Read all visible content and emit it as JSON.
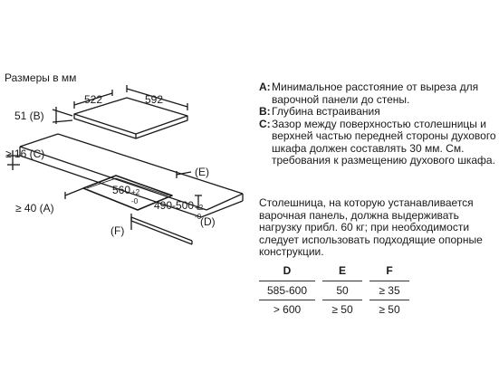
{
  "diagram": {
    "units_caption": "Размеры в мм",
    "labels": {
      "w522": "522",
      "w592": "592",
      "b51": "51 (B)",
      "c16": "≥ 16 (C)",
      "a40": "≥ 40 (A)",
      "w560": "560",
      "w560_tol_plus": "+2",
      "w560_tol_minus": "-0",
      "d490": "490-500",
      "d490_tol_plus": "+2",
      "d490_tol_minus": "-0",
      "e": "(E)",
      "d": "(D)",
      "f": "(F)"
    }
  },
  "legend": [
    {
      "key": "A",
      "text": "Минимальное расстояние от выреза для варочной панели до стены."
    },
    {
      "key": "B",
      "text": "Глубина встраивания"
    },
    {
      "key": "C",
      "text": "Зазор между поверхностью столешницы и верхней частью передней стороны духового шкафа должен составлять 30 мм. См. требования к размещению духового шкафа."
    }
  ],
  "note": "Столешница, на которую устанавливается варочная панель, должна выдерживать нагрузку прибл. 60 кг; при необходимости следует использовать подходящие опорные конструкции.",
  "table": {
    "headers": [
      "D",
      "E",
      "F"
    ],
    "rows": [
      [
        "585-600",
        "50",
        "≥ 35"
      ],
      [
        "> 600",
        "≥ 50",
        "≥ 50"
      ]
    ]
  }
}
